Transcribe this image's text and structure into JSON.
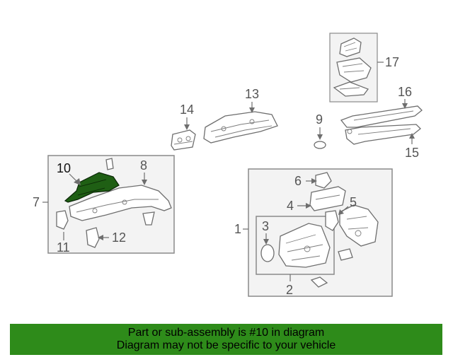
{
  "callouts": {
    "c1": "1",
    "c2": "2",
    "c3": "3",
    "c4": "4",
    "c5": "5",
    "c6": "6",
    "c7": "7",
    "c8": "8",
    "c9": "9",
    "c10": "10",
    "c11": "11",
    "c12": "12",
    "c13": "13",
    "c14": "14",
    "c15": "15",
    "c16": "16",
    "c17": "17"
  },
  "highlighted_part": "10",
  "colors": {
    "highlight": "#1f5f14",
    "banner": "#2e8b1a",
    "line": "#6e6e6e"
  },
  "banner": {
    "line1": "Part or sub-assembly is #10 in diagram",
    "line2": "Diagram may not be specific to your vehicle"
  }
}
